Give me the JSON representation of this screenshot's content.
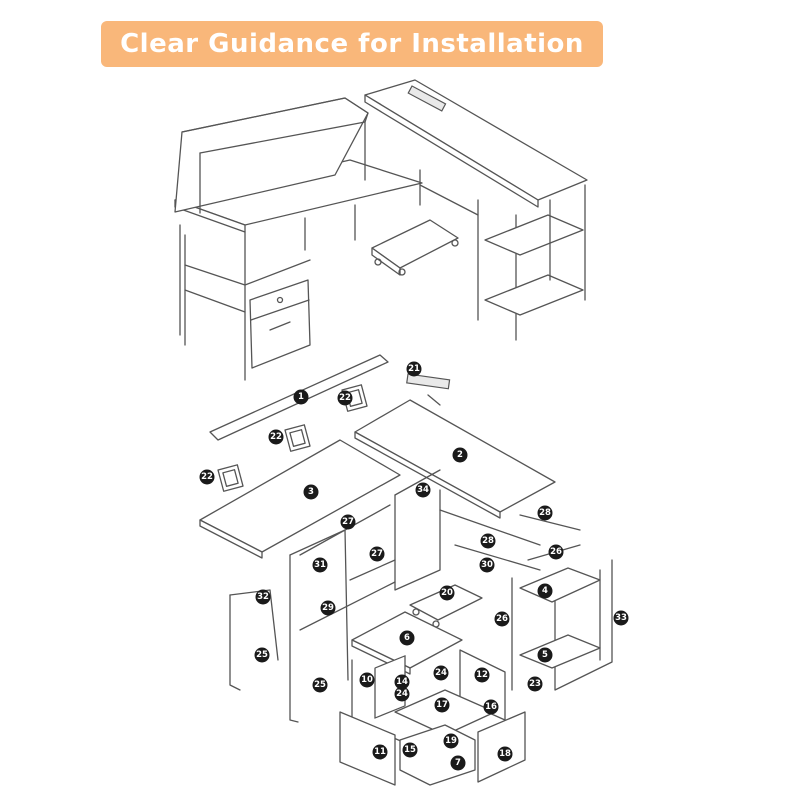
{
  "banner": {
    "title": "Clear Guidance for Installation",
    "background_color": "#f9b77a",
    "text_color": "#ffffff"
  },
  "part_labels": {
    "p1": "1",
    "p2": "2",
    "p3": "3",
    "p4": "4",
    "p5": "5",
    "p6": "6",
    "p7": "7",
    "p10": "10",
    "p11": "11",
    "p12": "12",
    "p14": "14",
    "p15": "15",
    "p16": "16",
    "p17": "17",
    "p18": "18",
    "p19": "19",
    "p20": "20",
    "p21": "21",
    "p22a": "22",
    "p22b": "22",
    "p22c": "22",
    "p23": "23",
    "p24a": "24",
    "p24b": "24",
    "p25a": "25",
    "p25b": "25",
    "p26a": "26",
    "p26b": "26",
    "p27a": "27",
    "p27b": "27",
    "p28a": "28",
    "p28b": "28",
    "p29": "29",
    "p30": "30",
    "p31": "31",
    "p32": "32",
    "p33": "33",
    "p34": "34"
  },
  "colors": {
    "badge": "#1a1a1a",
    "line": "#555555"
  }
}
